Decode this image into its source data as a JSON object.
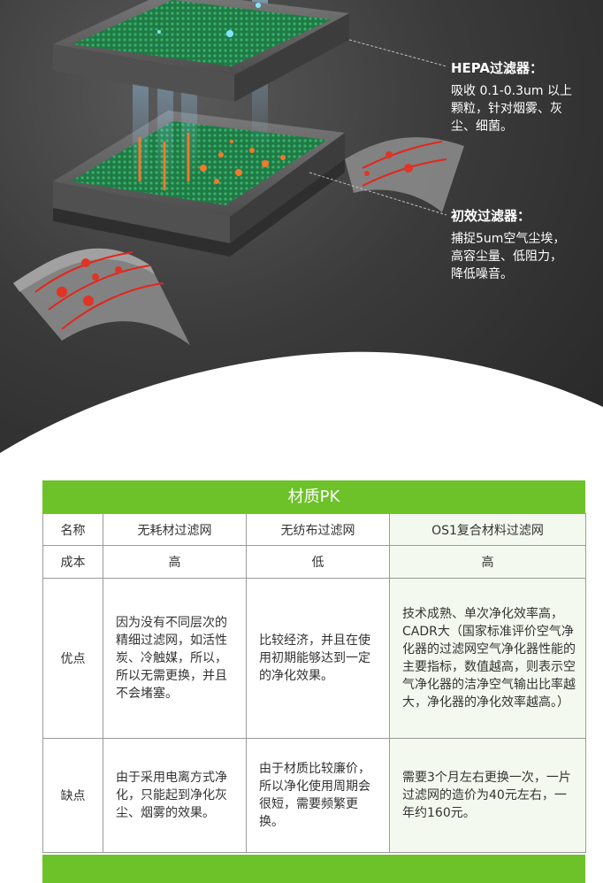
{
  "callouts": {
    "hepa": {
      "title": "HEPA过滤器：",
      "desc": "吸收 0.1-0.3um 以上\n颗粒，针对烟雾、灰\n尘、细菌。"
    },
    "primary": {
      "title": "初效过滤器：",
      "desc": "捕捉5um空气尘埃，\n高容尘量、低阻力，\n降低噪音。"
    }
  },
  "table": {
    "title": "材质PK",
    "headers": [
      "名称",
      "无耗材过滤网",
      "无纺布过滤网",
      "OS1复合材料过滤网"
    ],
    "cost": {
      "label": "成本",
      "values": [
        "高",
        "低",
        "高"
      ]
    },
    "advantages": {
      "label": "优点",
      "values": [
        "因为没有不同层次的精细过滤网，如活性炭、冷触媒，所以，所以无需更换，并且不会堵塞。",
        "比较经济，并且在使用初期能够达到一定的净化效果。",
        "技术成熟、单次净化效率高，CADR大（国家标准评价空气净化器的过滤网空气净化器性能的主要指标，数值越高，则表示空气净化器的洁净空气输出比率越大，净化器的净化效率越高。）"
      ]
    },
    "disadvantages": {
      "label": "缺点",
      "values": [
        "由于采用电离方式净化，只能起到净化灰尘、烟雾的效果。",
        "由于材质比较廉价，所以净化使用周期会很短，需要频繁更换。",
        "需要3个月左右更换一次，一片过滤网的造价为40元左右，一年约160元。"
      ]
    }
  },
  "colors": {
    "green_accent": "#6cc228",
    "dark_background": "#333333",
    "highlight_column": "#f3f9ee"
  }
}
